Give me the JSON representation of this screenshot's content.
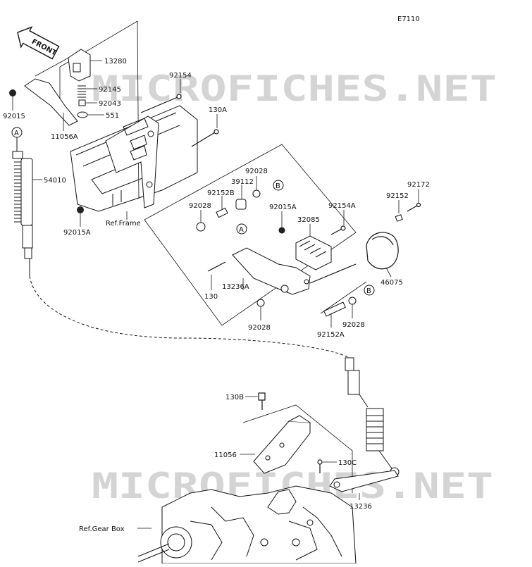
{
  "diagram": {
    "code": "E7110",
    "front_label": "FRONT",
    "watermark": "MICROFICHES.NET",
    "parts": [
      {
        "id": "p13280",
        "label": "13280"
      },
      {
        "id": "p92154",
        "label": "92154"
      },
      {
        "id": "p92145",
        "label": "92145"
      },
      {
        "id": "p92043",
        "label": "92043"
      },
      {
        "id": "p551",
        "label": "551"
      },
      {
        "id": "p92015",
        "label": "92015"
      },
      {
        "id": "p11056A",
        "label": "11056A"
      },
      {
        "id": "p130A",
        "label": "130A"
      },
      {
        "id": "p54010",
        "label": "54010"
      },
      {
        "id": "p92028a",
        "label": "92028"
      },
      {
        "id": "p39112",
        "label": "39112"
      },
      {
        "id": "p92152B",
        "label": "92152B"
      },
      {
        "id": "p92028b",
        "label": "92028"
      },
      {
        "id": "p92015Aa",
        "label": "92015A"
      },
      {
        "id": "p92015Ab",
        "label": "92015A"
      },
      {
        "id": "p92172",
        "label": "92172"
      },
      {
        "id": "p92152",
        "label": "92152"
      },
      {
        "id": "p92154A",
        "label": "92154A"
      },
      {
        "id": "p32085",
        "label": "32085"
      },
      {
        "id": "p13236A",
        "label": "13236A"
      },
      {
        "id": "p130",
        "label": "130"
      },
      {
        "id": "p46075",
        "label": "46075"
      },
      {
        "id": "p92028c",
        "label": "92028"
      },
      {
        "id": "p92028d",
        "label": "92028"
      },
      {
        "id": "p92152A",
        "label": "92152A"
      },
      {
        "id": "p130B",
        "label": "130B"
      },
      {
        "id": "p11056",
        "label": "11056"
      },
      {
        "id": "p130C",
        "label": "130C"
      },
      {
        "id": "p13236",
        "label": "13236"
      }
    ],
    "references": [
      {
        "id": "ref-frame",
        "label": "Ref.Frame"
      },
      {
        "id": "ref-gearbox",
        "label": "Ref.Gear Box"
      }
    ],
    "markers": [
      {
        "id": "mA1",
        "label": "A"
      },
      {
        "id": "mA2",
        "label": "A"
      },
      {
        "id": "mB1",
        "label": "B"
      },
      {
        "id": "mB2",
        "label": "B"
      }
    ]
  }
}
